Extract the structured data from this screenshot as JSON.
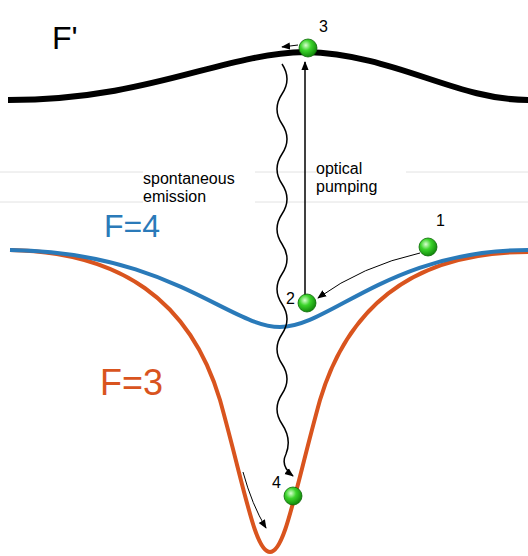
{
  "diagram": {
    "labels": [
      "F'",
      "F=4",
      "F=3",
      "spontaneous emission",
      "optical pumping",
      "3",
      "1",
      "2",
      "4"
    ]
  }
}
